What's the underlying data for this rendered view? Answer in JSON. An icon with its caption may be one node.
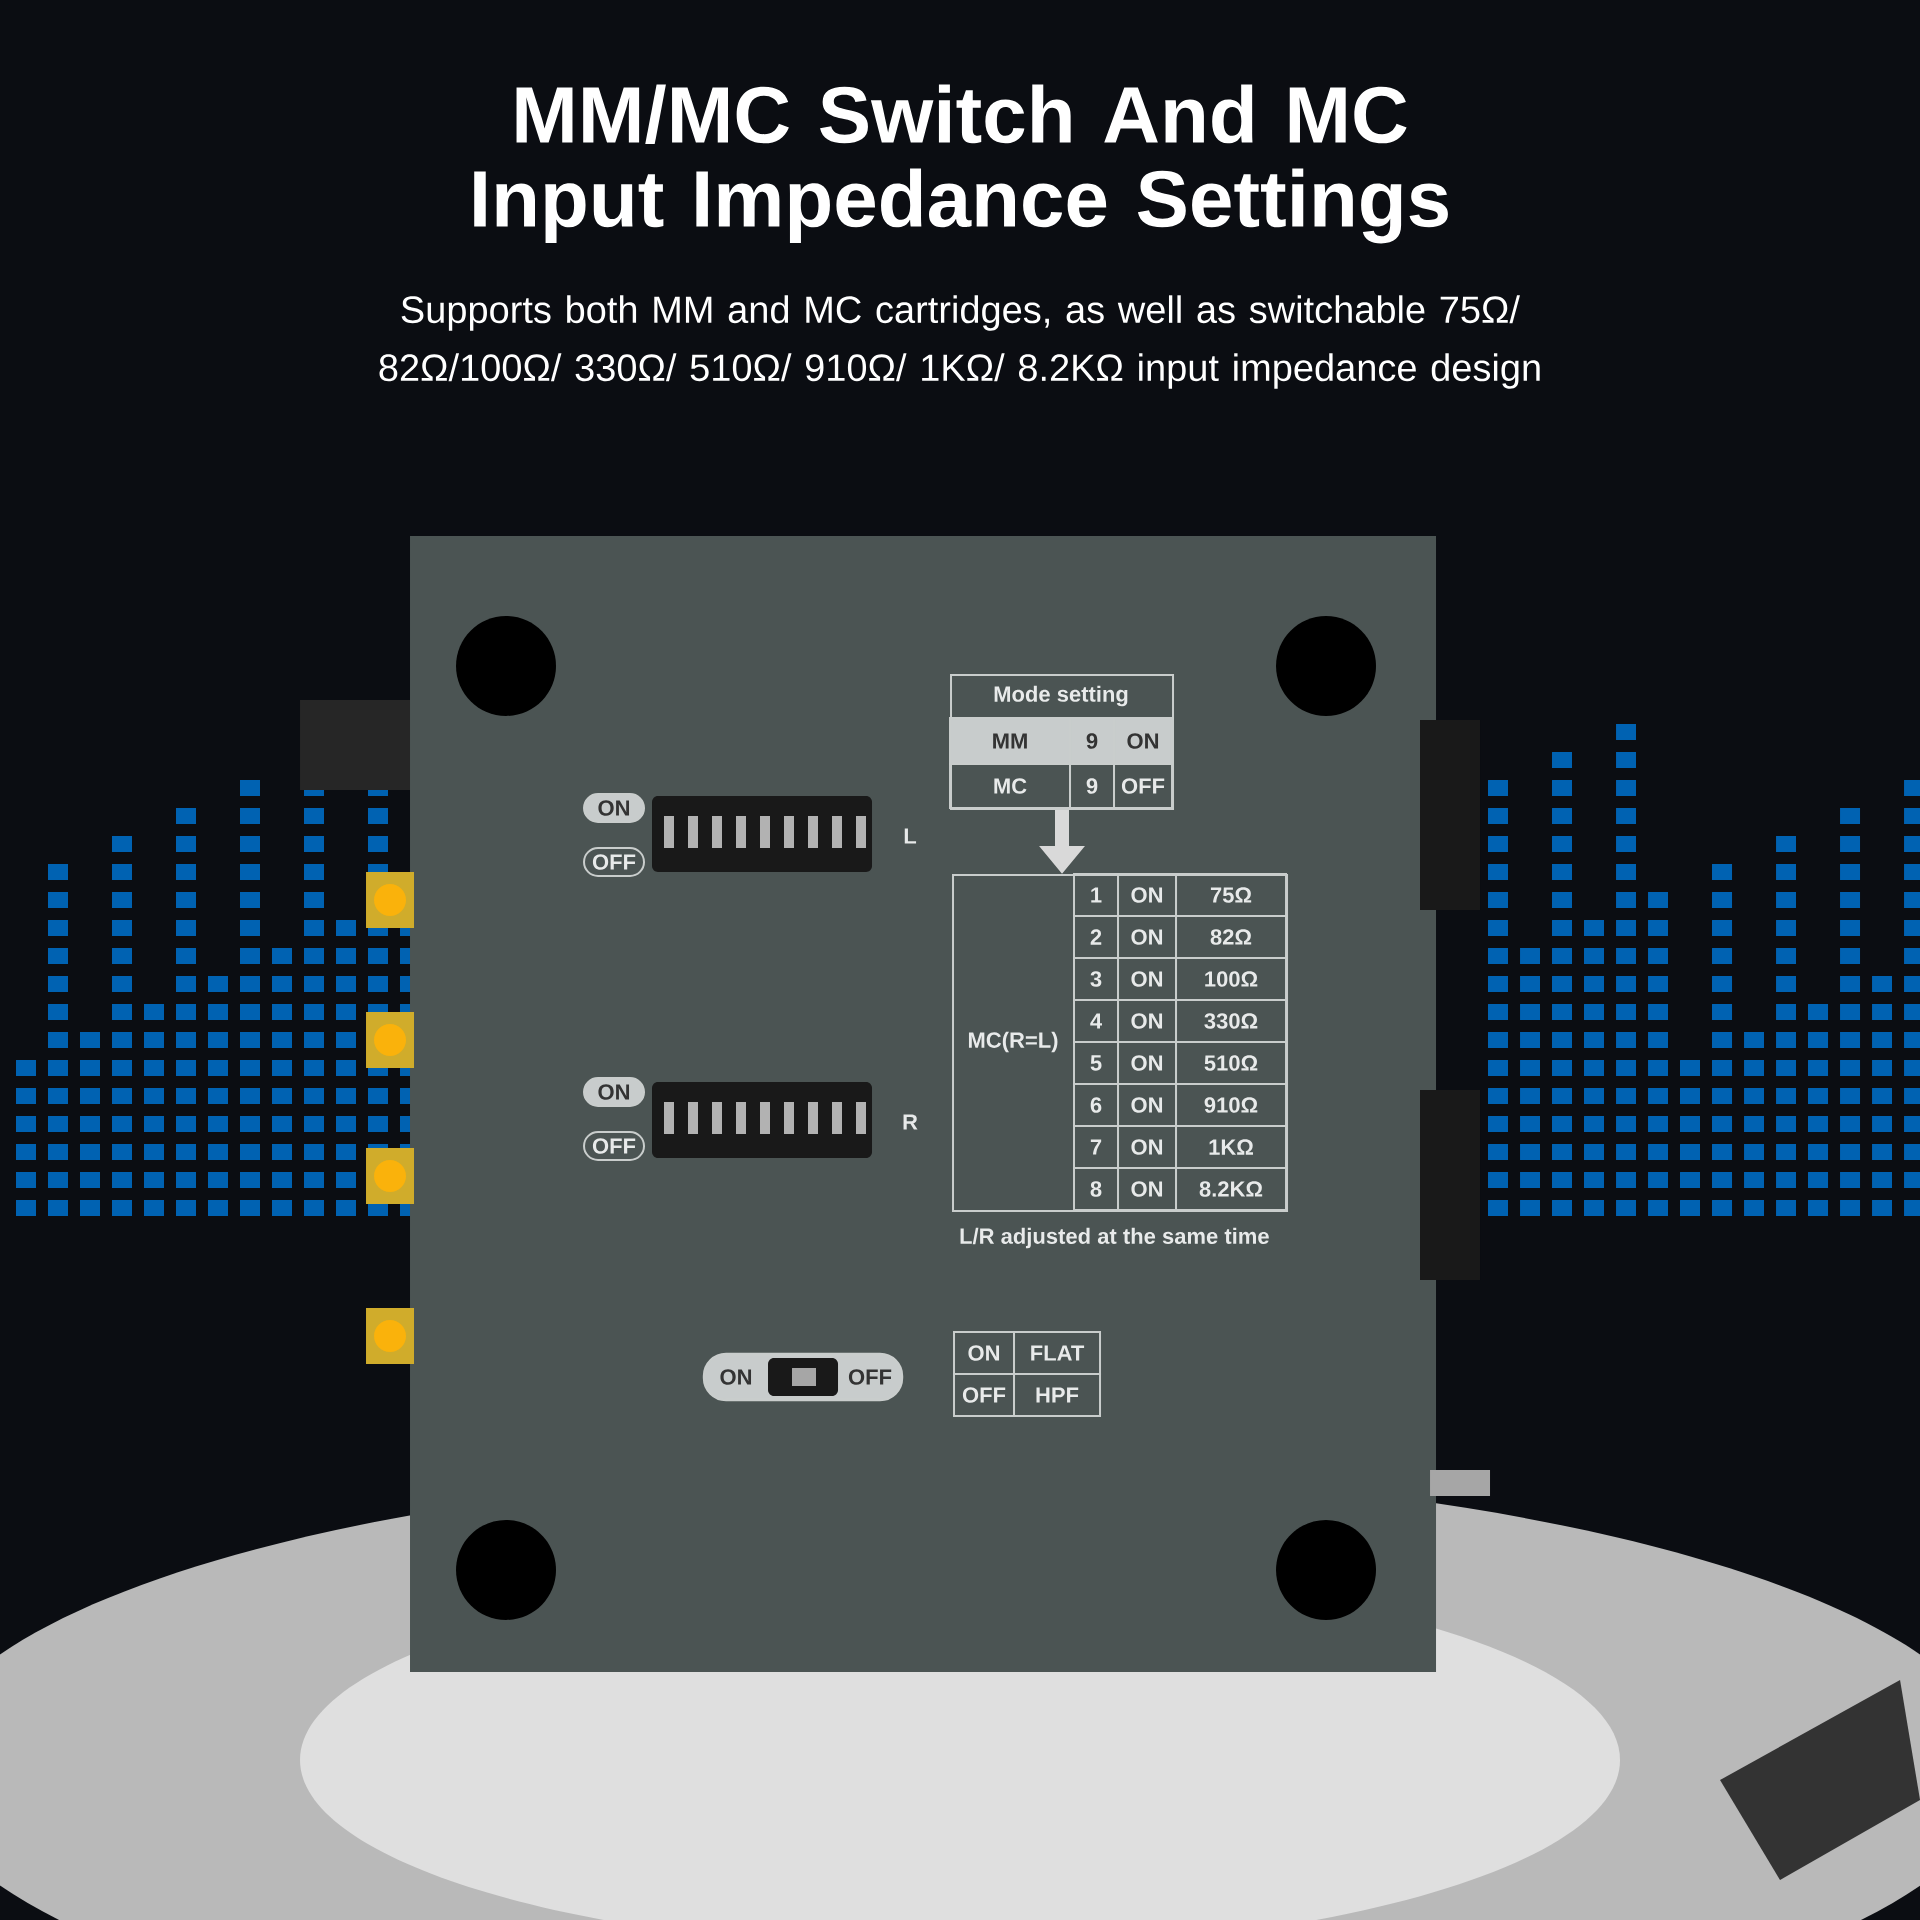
{
  "diagram": {
    "title": "MM/MC Switch And MC Input Impedance Settings",
    "nodes": [
      {
        "text": [
          "Mode setting"
        ]
      },
      {
        "text": [
          "MC(R=L)"
        ]
      }
    ],
    "edges": [
      {
        "from": 0,
        "to": 1,
        "arrow": "to"
      }
    ],
    "labels": [
      "Supports both MM and MC cartridges, as well as switchable 75Ω/ 82Ω/100Ω/ 330Ω/ 510Ω/ 910Ω/ 1KΩ/ 8.2KΩ input impedance design",
      "ON",
      "OFF",
      "L",
      "MM",
      "9",
      "ON",
      "MC",
      "9",
      "OFF",
      "1",
      "ON",
      "75Ω",
      "2",
      "ON",
      "82Ω",
      "3",
      "ON",
      "100Ω",
      "4",
      "ON",
      "330Ω",
      "5",
      "ON",
      "510Ω",
      "6",
      "ON",
      "910Ω",
      "7",
      "ON",
      "1KΩ",
      "8",
      "ON",
      "8.2KΩ",
      "ON",
      "OFF",
      "R",
      "L/R adjusted at the same time",
      "ON",
      "OFF",
      "ON",
      "FLAT",
      "OFF",
      "HPF"
    ]
  }
}
